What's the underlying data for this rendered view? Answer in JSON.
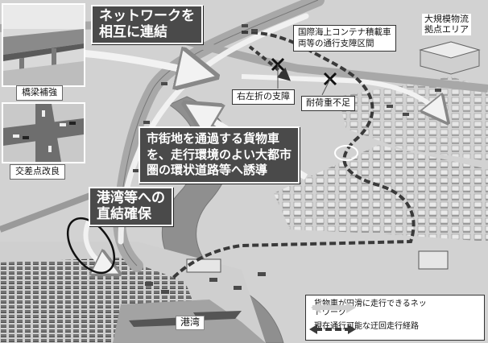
{
  "labels": {
    "network_connect_line1": "ネットワークを",
    "network_connect_line2": "相互に連結",
    "container_restriction_line1": "国際海上コンテナ積載車",
    "container_restriction_line2": "両等の通行支障区間",
    "logistics_hub_line1": "大規模物流",
    "logistics_hub_line2": "拠点エリア",
    "turn_restriction": "右左折の支障",
    "load_insufficient": "耐荷重不足",
    "bridge_reinforcement": "橋梁補強",
    "intersection_improvement": "交差点改良",
    "urban_guidance_line1": "市街地を通過する貨物車",
    "urban_guidance_line2": "を、走行環境のよい大都市",
    "urban_guidance_line3": "圏の環状道路等へ誘導",
    "port_access_line1": "港湾等への",
    "port_access_line2": "直結確保",
    "port": "港湾"
  },
  "legend": {
    "items": [
      {
        "label": "貨物車が円滑に走行できるネットワーク",
        "style": "light-arrow"
      },
      {
        "label": "現在通行可能な迂回走行経路",
        "style": "dark-dashed-arrow"
      }
    ]
  },
  "colors": {
    "label_box": "#4a4a4a",
    "road": "#a8a8a8",
    "river": "#8f8f8f",
    "ground": "#d6d6d6",
    "arrow_light": "#f2f2f2",
    "route_dashed": "#3a3a3a"
  }
}
